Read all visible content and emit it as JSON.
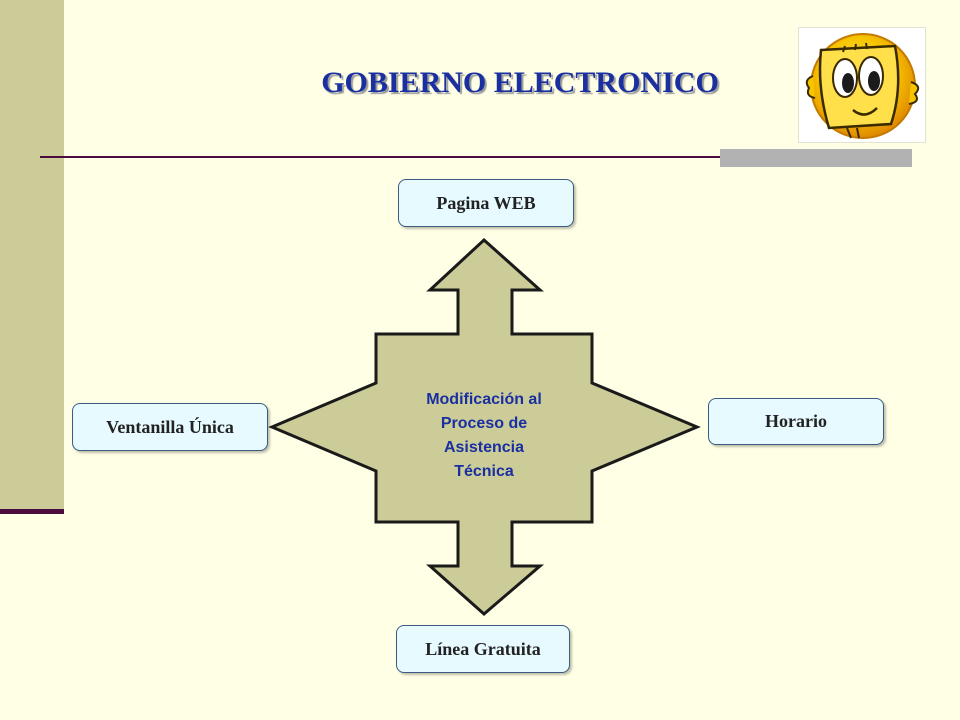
{
  "title": "GOBIERNO ELECTRONICO",
  "diagram": {
    "center": {
      "lines": [
        "Modificación al",
        "Proceso de",
        "Asistencia",
        "Técnica"
      ]
    },
    "nodes": {
      "top": "Pagina WEB",
      "left": "Ventanilla Única",
      "right": "Horario",
      "bottom": "Línea Gratuita"
    }
  },
  "colors": {
    "background": "#FFFFE5",
    "sidebar": "#CCCC99",
    "title": "#1A2FA0",
    "arrow_fill": "#CCCC99",
    "node_fill": "#E6FAFF",
    "rule": "#4B0B3E"
  },
  "icons": {
    "mascot": "smiley-mascot-icon"
  }
}
